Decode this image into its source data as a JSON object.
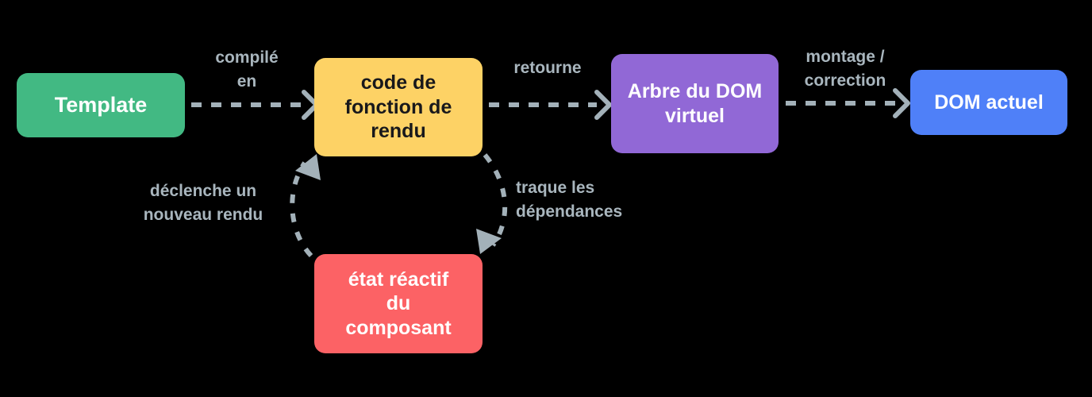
{
  "diagram": {
    "title": "Vue reactivity render pipeline (French)",
    "background_color": "#000000",
    "edge_label_color": "#a9b6be",
    "arrow_color": "#a3b1b9",
    "nodes": [
      {
        "id": "template",
        "label": "Template",
        "color": "#42b983",
        "text_color": "#ffffff"
      },
      {
        "id": "render_function",
        "label": "code de\nfonction de\nrendu",
        "color": "#fdd265",
        "text_color": "#18181b"
      },
      {
        "id": "virtual_dom",
        "label": "Arbre du DOM\nvirtuel",
        "color": "#9168d6",
        "text_color": "#ffffff"
      },
      {
        "id": "actual_dom",
        "label": "DOM actuel",
        "color": "#4f80f8",
        "text_color": "#ffffff"
      },
      {
        "id": "reactive_state",
        "label": "état réactif\ndu\ncomposant",
        "color": "#fc6265",
        "text_color": "#ffffff"
      }
    ],
    "edges": [
      {
        "id": "compiled_into",
        "from": "template",
        "to": "render_function",
        "label": "compilé\nen",
        "style": "dashed-straight"
      },
      {
        "id": "returns",
        "from": "render_function",
        "to": "virtual_dom",
        "label": "retourne",
        "style": "dashed-straight"
      },
      {
        "id": "mount_patch",
        "from": "virtual_dom",
        "to": "actual_dom",
        "label": "montage /\ncorrection",
        "style": "dashed-straight"
      },
      {
        "id": "tracks_dependencies",
        "from": "render_function",
        "to": "reactive_state",
        "label": "traque les\ndépendances",
        "style": "dashed-curve"
      },
      {
        "id": "triggers_rerender",
        "from": "reactive_state",
        "to": "render_function",
        "label": "déclenche un\nnouveau rendu",
        "style": "dashed-curve"
      }
    ]
  }
}
